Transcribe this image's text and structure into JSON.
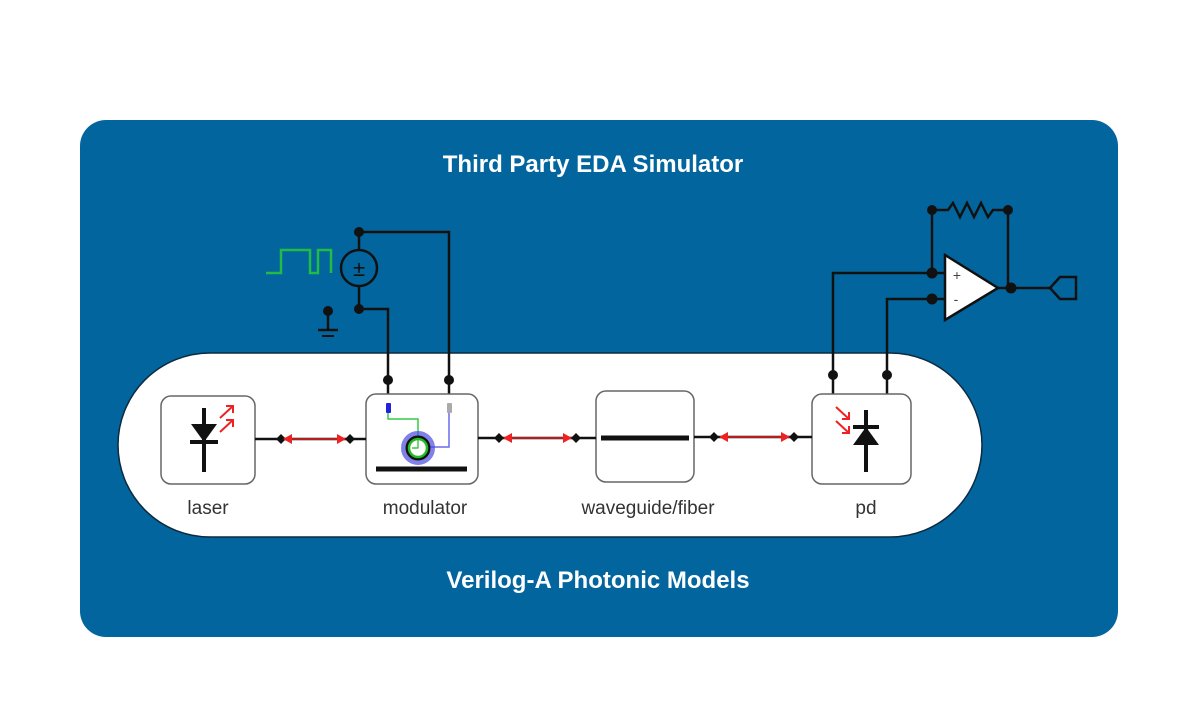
{
  "diagram": {
    "outer_title": "Third Party EDA Simulator",
    "inner_title": "Verilog-A Photonic Models",
    "colors": {
      "panel": "#03659e",
      "wire": "#111111",
      "optical_link": "#ee2222",
      "pulse": "#22bb44",
      "ring_outer": "#2a2acc",
      "ring_inner": "#22bb22",
      "bias_wire": "#6a6aee"
    },
    "components": [
      {
        "id": "laser",
        "label": "laser"
      },
      {
        "id": "modulator",
        "label": "modulator"
      },
      {
        "id": "waveguide",
        "label": "waveguide/fiber"
      },
      {
        "id": "pd",
        "label": "pd"
      }
    ],
    "electrical": {
      "source": "pulse-voltage-source",
      "source_symbol": "±",
      "ground": "ground",
      "opamp_plus": "+",
      "opamp_minus": "-",
      "feedback": "resistor",
      "output": "output-port"
    }
  }
}
